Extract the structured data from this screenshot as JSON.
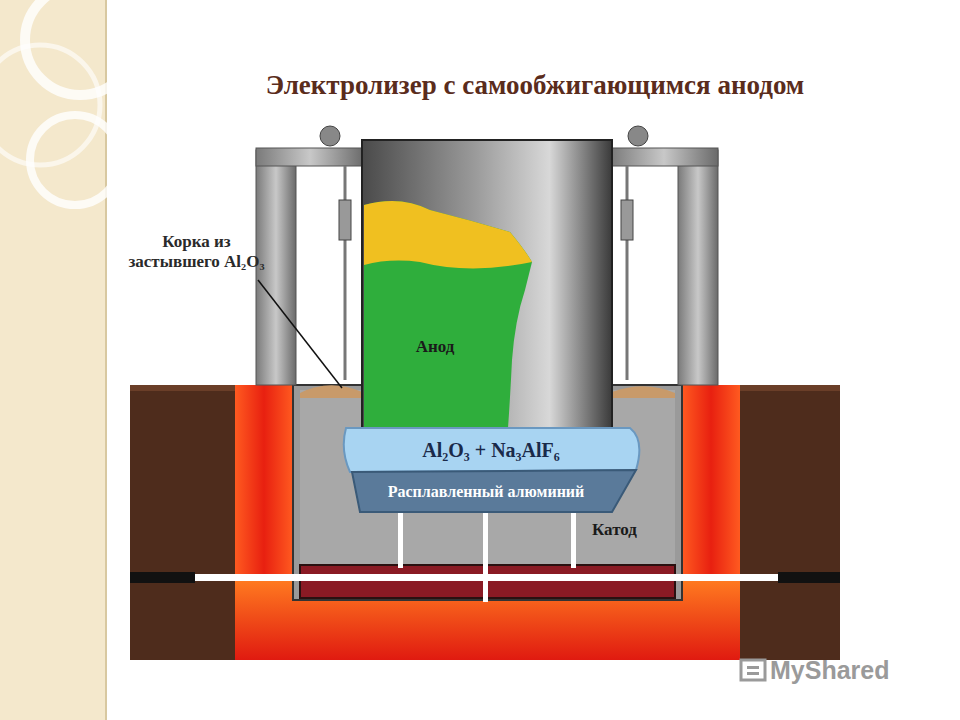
{
  "diagram": {
    "title": "Электролизер с самообжигающимся анодом",
    "nodes": [
      {
        "text": [
          "Анод"
        ]
      },
      {
        "text": [
          "Al₂O₃ + Na₃AlF₆"
        ]
      },
      {
        "text": [
          "Расплавленный алюминий"
        ]
      }
    ],
    "labels": [
      "Корка из застывшего Al₂O₃",
      "Катод",
      "MyShared"
    ]
  }
}
